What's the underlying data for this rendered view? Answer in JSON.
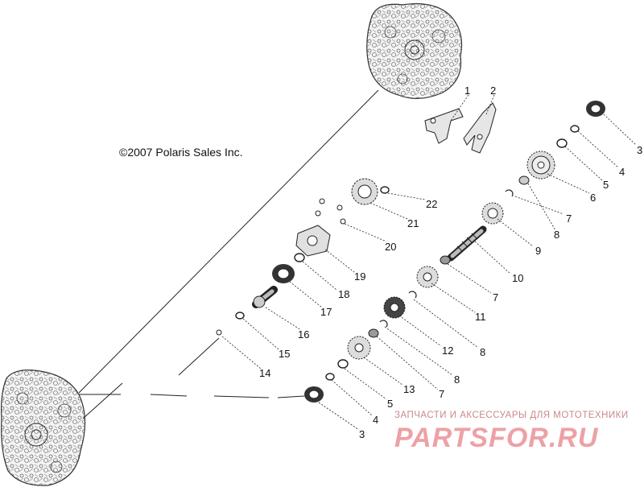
{
  "copyright": "©2007 Polaris Sales Inc.",
  "watermark": {
    "tagline": "ЗАПЧАСТИ И АКСЕССУАРЫ ДЛЯ МОТОТЕХНИКИ",
    "logo_text": "PARTSFOR.RU",
    "color": "#e0565e"
  },
  "callouts": {
    "c1": "1",
    "c2": "2",
    "c3a": "3",
    "c4a": "4",
    "c5a": "5",
    "c6": "6",
    "c7a": "7",
    "c8a": "8",
    "c9": "9",
    "c10": "10",
    "c7b": "7",
    "c11": "11",
    "c12": "12",
    "c8b": "8",
    "c8c": "8",
    "c7c": "7",
    "c13": "13",
    "c5b": "5",
    "c4b": "4",
    "c3b": "3",
    "c22": "22",
    "c21": "21",
    "c20": "20",
    "c19": "19",
    "c18": "18",
    "c17": "17",
    "c16": "16",
    "c15": "15",
    "c14": "14"
  }
}
